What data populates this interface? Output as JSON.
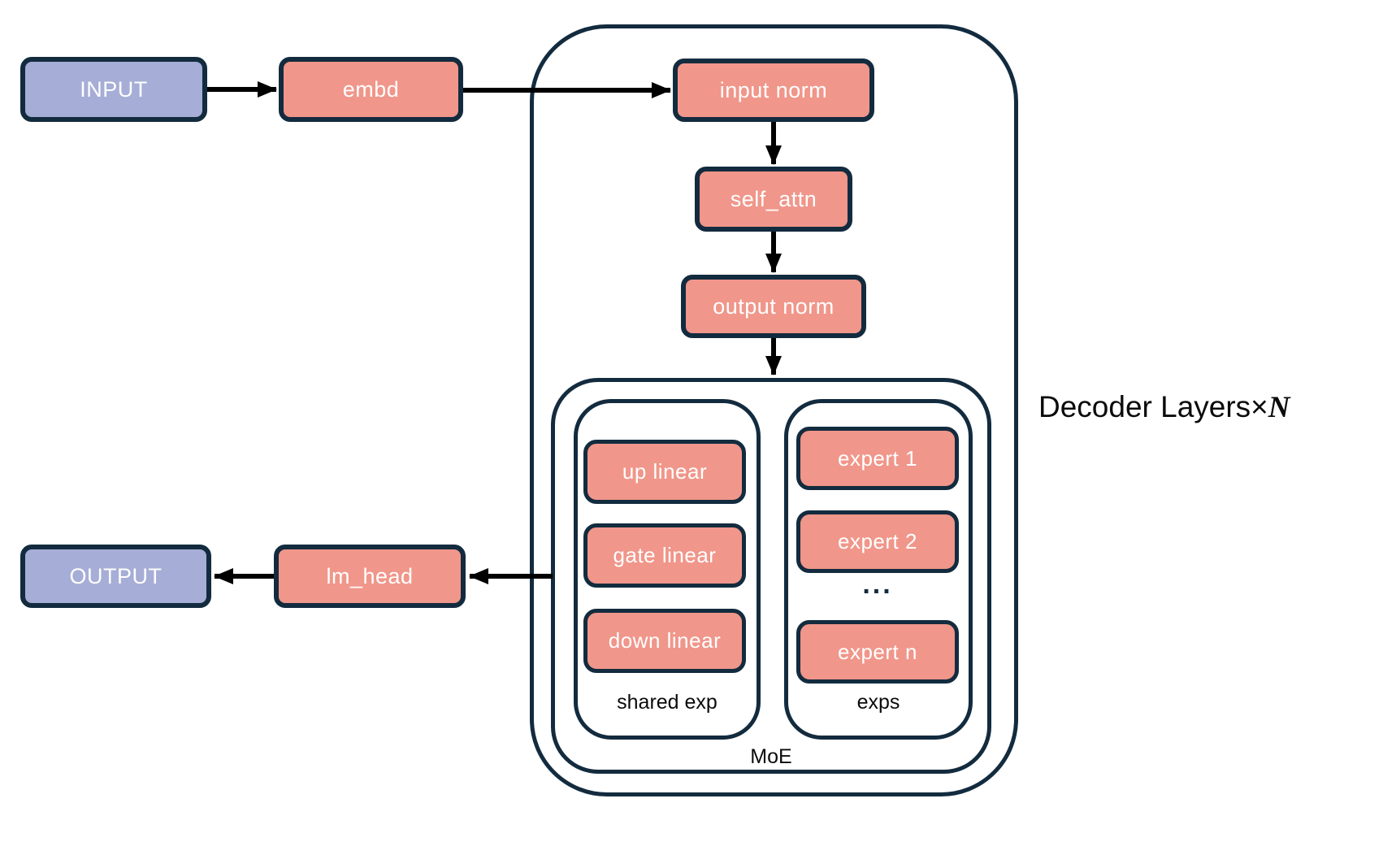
{
  "diagram": {
    "nodes": {
      "input": {
        "label": "INPUT"
      },
      "embd": {
        "label": "embd"
      },
      "input_norm": {
        "label": "input norm"
      },
      "self_attn": {
        "label": "self_attn"
      },
      "output_norm": {
        "label": "output norm"
      },
      "up_linear": {
        "label": "up linear"
      },
      "gate_linear": {
        "label": "gate linear"
      },
      "down_linear": {
        "label": "down linear"
      },
      "expert_1": {
        "label": "expert 1"
      },
      "expert_2": {
        "label": "expert 2"
      },
      "ellipsis": {
        "label": "..."
      },
      "expert_n": {
        "label": "expert n"
      },
      "lm_head": {
        "label": "lm_head"
      },
      "output": {
        "label": "OUTPUT"
      }
    },
    "containers": {
      "decoder": {
        "label_prefix": "Decoder Layers×",
        "label_n": "N"
      },
      "moe": {
        "label": "MoE"
      },
      "shared_exp": {
        "label": "shared exp"
      },
      "exps": {
        "label": "exps"
      }
    },
    "colors": {
      "box_pink": "#F0968A",
      "box_purple": "#A6ADD6",
      "border_navy": "#132B3E",
      "arrow": "#000000"
    }
  }
}
